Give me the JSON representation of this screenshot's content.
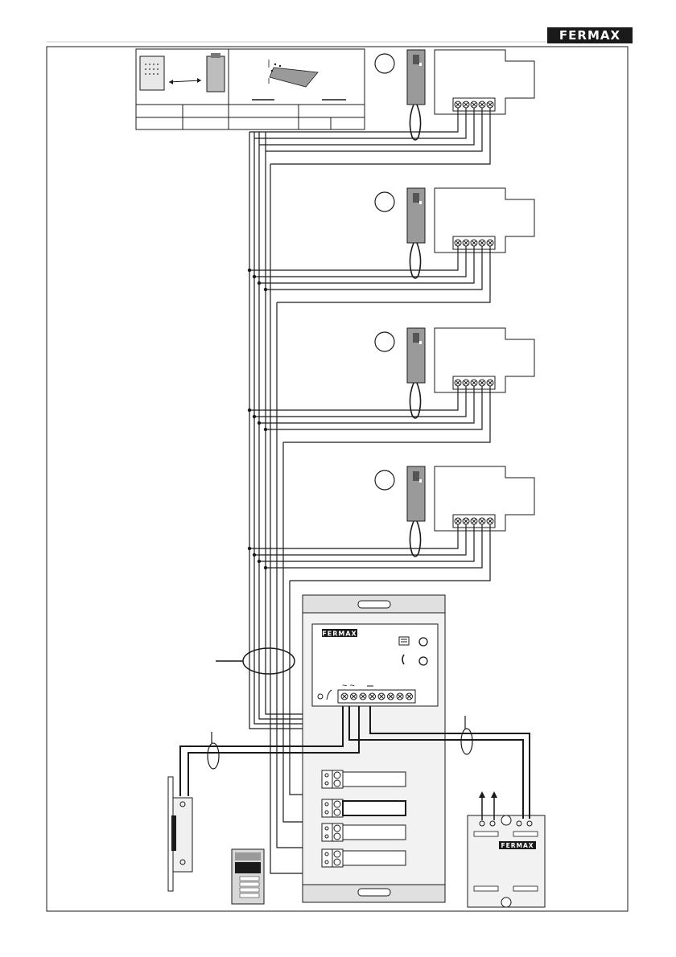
{
  "header": {
    "brand": "FERMAX",
    "brand_color": "#1a1a1a"
  },
  "panel": {
    "brand": "FERMAX",
    "terminal_symbols": "~ ~"
  },
  "power_supply": {
    "brand": "FERMAX"
  },
  "icons": {
    "top_left": "terminal-panel-icon",
    "top_right": "handset-icon",
    "cable_section": "cable-section-icon",
    "apartment_badge": "circle-badge-icon",
    "door_lock": "door-lock-icon",
    "door_panel": "door-panel-icon",
    "power_supply": "power-supply-icon"
  },
  "apartments": [
    {
      "badge": ""
    },
    {
      "badge": ""
    },
    {
      "badge": ""
    },
    {
      "badge": ""
    }
  ],
  "colors": {
    "line": "#1a1a1a",
    "panel_fill": "#f0f0f0",
    "handset_fill": "#9a9a9a"
  }
}
